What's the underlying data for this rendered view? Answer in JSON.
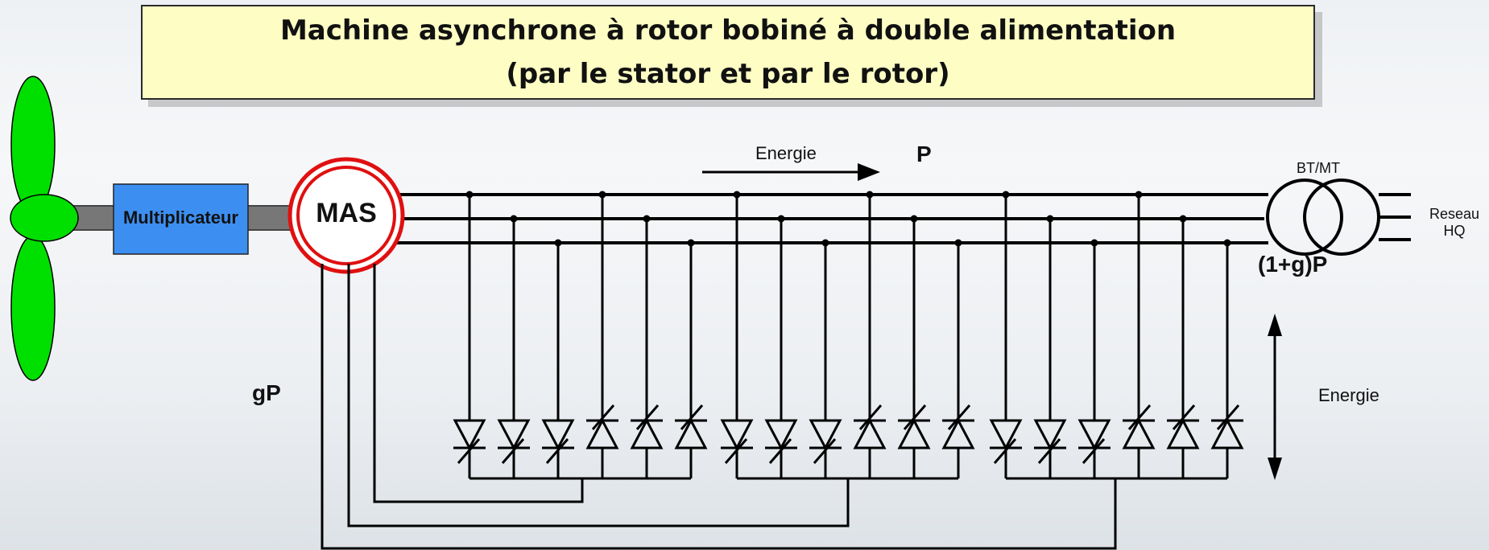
{
  "title": {
    "line1": "Machine asynchrone à rotor bobiné à double alimentation",
    "line2": "(par le stator et par le rotor)"
  },
  "labels": {
    "multiplicateur": "Multiplicateur",
    "mas": "MAS",
    "energie_top": "Energie",
    "p": "P",
    "bt_mt": "BT/MT",
    "reseau_line1": "Reseau",
    "reseau_line2": "HQ",
    "one_plus_g_p": "(1+g)P",
    "gp": "gP",
    "energie_right": "Energie"
  },
  "colors": {
    "rotor_blades": "#00e000",
    "multiplicateur_box": "#3c8ff0",
    "mas_ring": "#e01010",
    "title_bg": "#fdfdc4"
  },
  "icons": {
    "turbine": "wind-turbine-rotor-icon",
    "transformer": "transformer-icon",
    "thyristor": "thyristor-icon"
  }
}
